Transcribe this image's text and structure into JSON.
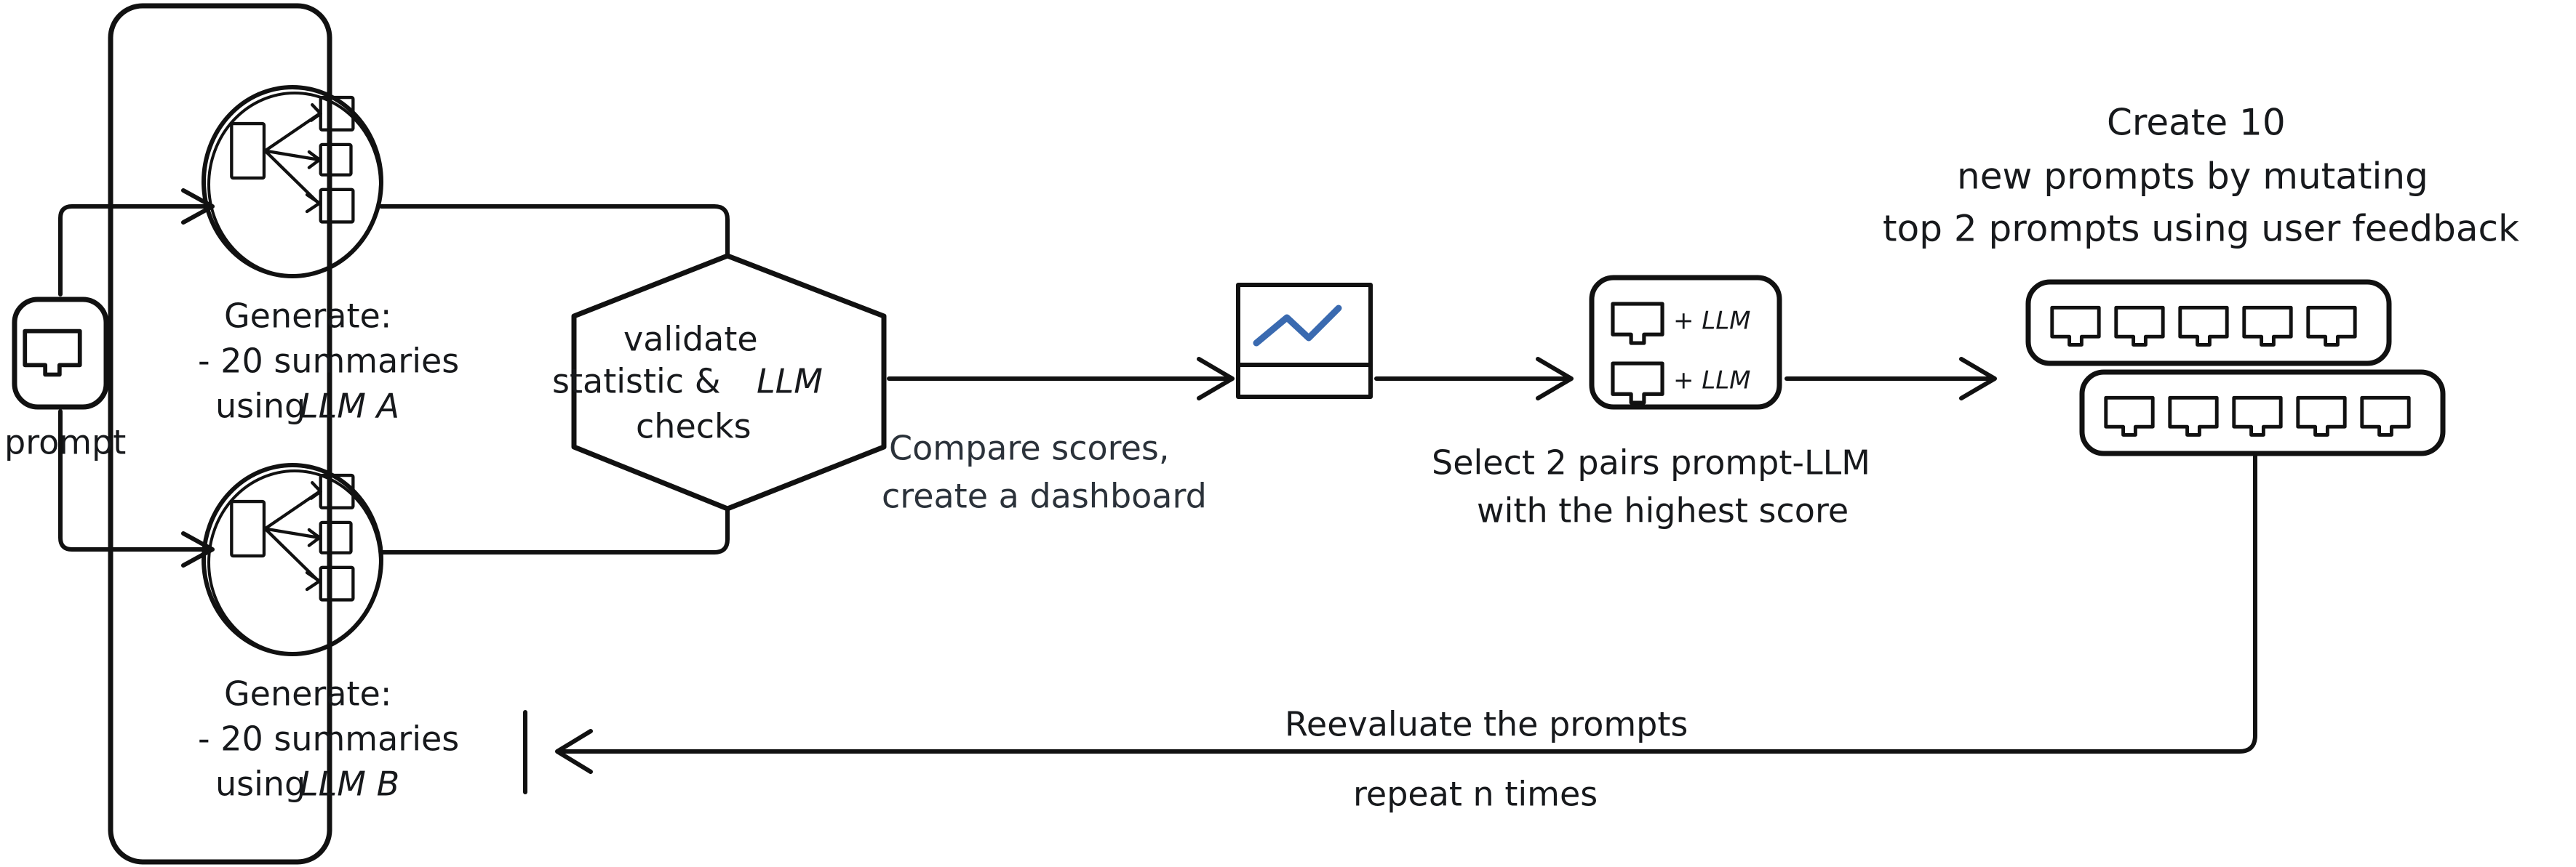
{
  "diagram": {
    "type": "flowchart",
    "title": "LLM prompt optimization evaluation loop",
    "colors": {
      "stroke": "#111111",
      "text": "#17191c",
      "text_slate": "#2b323a",
      "chart_line": "#3a6ab0",
      "background": "#ffffff"
    }
  },
  "start": {
    "icon_name": "prompt-icon",
    "label": "prompt"
  },
  "generate_group": {
    "branch_a": {
      "icon_name": "fan-out-icon",
      "line1": "Generate:",
      "line2": "- 20 summaries",
      "line3_prefix": "using ",
      "line3_model": "LLM A"
    },
    "branch_b": {
      "icon_name": "fan-out-icon",
      "line1": "Generate:",
      "line2": "- 20 summaries",
      "line3_prefix": "using ",
      "line3_model": "LLM B"
    }
  },
  "validate": {
    "shape": "hexagon",
    "line1": "validate",
    "line2_prefix": "statistic & ",
    "line2_model": "LLM",
    "line3": "checks"
  },
  "dashboard": {
    "icon_name": "line-chart-icon",
    "caption_line1": "Compare scores,",
    "caption_line2": "create a dashboard"
  },
  "select_pairs": {
    "item1_icon": "prompt-icon",
    "item1_label": "+ LLM",
    "item2_icon": "prompt-icon",
    "item2_label": "+ LLM",
    "caption_line1": "Select 2 pairs prompt-LLM",
    "caption_line2": "with the highest score"
  },
  "mutate": {
    "caption_line1": "Create 10",
    "caption_line2": "new prompts  by mutating",
    "caption_line3": "top 2 prompts using user feedback",
    "row1_count": 5,
    "row2_count": 5,
    "icon_name": "prompt-icon"
  },
  "feedback_loop": {
    "caption_line1": "Reevaluate the prompts",
    "caption_line2": "repeat n times"
  }
}
